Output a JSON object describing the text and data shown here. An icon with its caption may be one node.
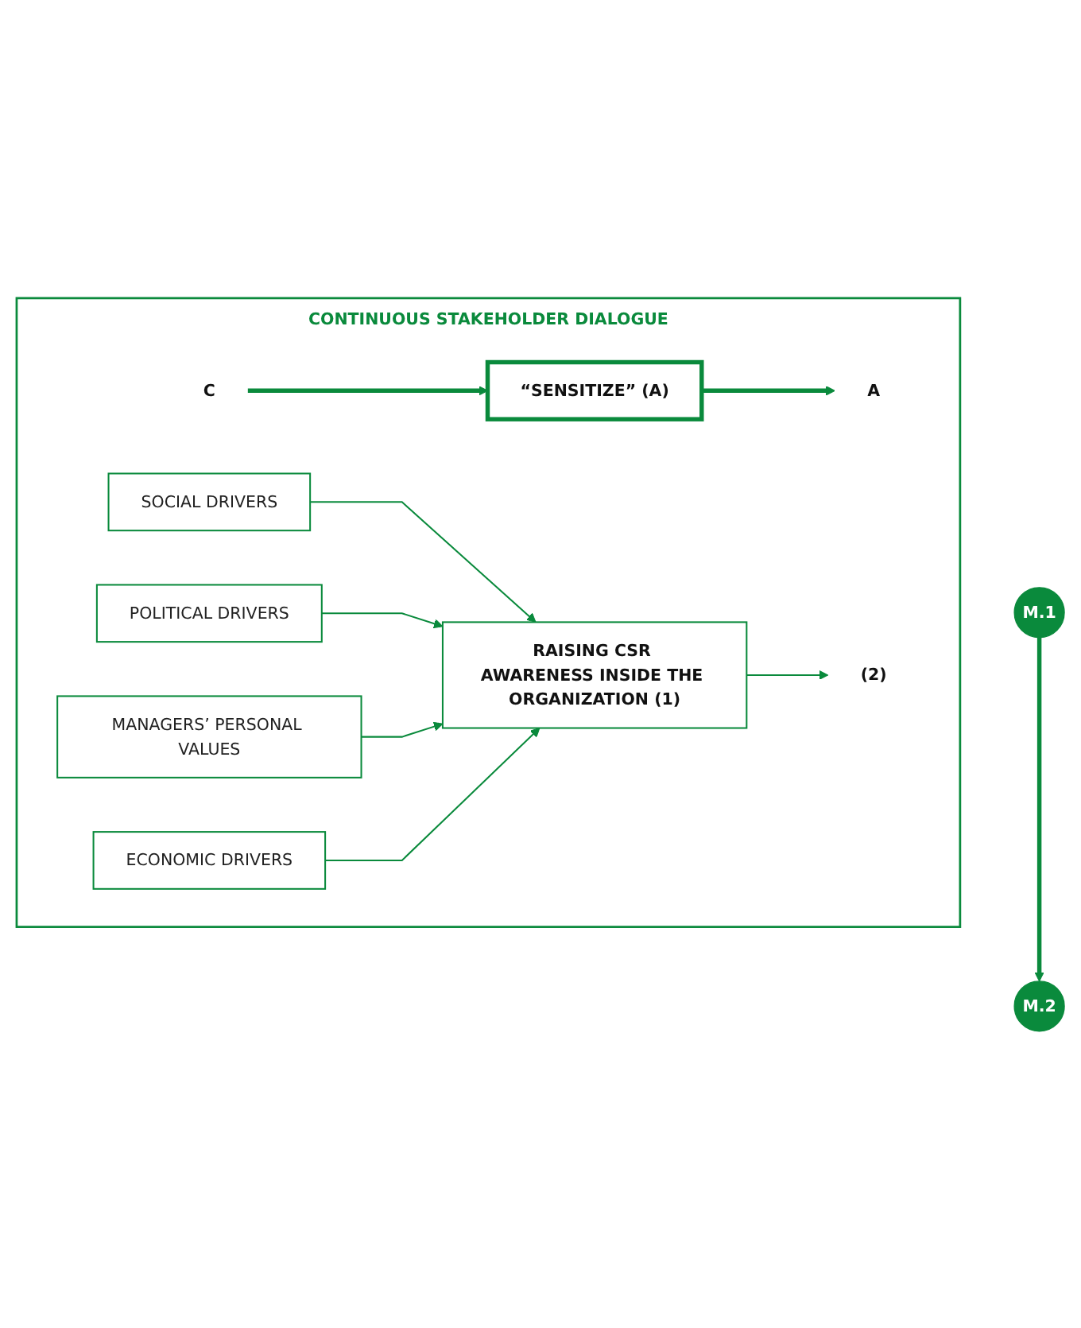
{
  "diagram": {
    "nodes": [
      {
        "text": [
          "M.1"
        ]
      },
      {
        "text": [
          "M.2"
        ]
      },
      {
        "text": [
          "CONTINUOUS STAKEHOLDER DIALOGUE"
        ]
      },
      {
        "text": [
          "“SENSITIZE” (A)"
        ],
        "in": 2
      },
      {
        "text": [
          "A"
        ],
        "in": 2
      },
      {
        "text": [
          "C"
        ],
        "in": 2
      },
      {
        "text": [
          "SOCIAL DRIVERS"
        ],
        "in": 2
      },
      {
        "text": [
          "POLITICAL DRIVERS"
        ],
        "in": 2
      },
      {
        "text": [
          "RAISING CSR AWARENESS INSIDE THE ORGANIZATION (1)"
        ],
        "in": 2
      },
      {
        "text": [
          "(2)"
        ],
        "in": 2
      },
      {
        "text": [
          "MANAGERS’ PERSONAL VALUES"
        ],
        "in": 2
      },
      {
        "text": [
          "ECONOMIC DRIVERS"
        ],
        "in": 2
      }
    ],
    "edges": [
      {
        "from": 0,
        "to": 1,
        "arrow": "to",
        "style": "thick"
      },
      {
        "from": 3,
        "to": 4,
        "arrow": "to",
        "style": "thick"
      },
      {
        "from": 5,
        "to": 3,
        "arrow": "to",
        "style": "thick"
      },
      {
        "from": 6,
        "to": 8,
        "arrow": "to"
      },
      {
        "from": 7,
        "to": 8,
        "arrow": "to"
      },
      {
        "from": 10,
        "to": 8,
        "arrow": "to"
      },
      {
        "from": 11,
        "to": 8,
        "arrow": "to"
      },
      {
        "from": 8,
        "to": 9,
        "arrow": "to"
      }
    ]
  }
}
